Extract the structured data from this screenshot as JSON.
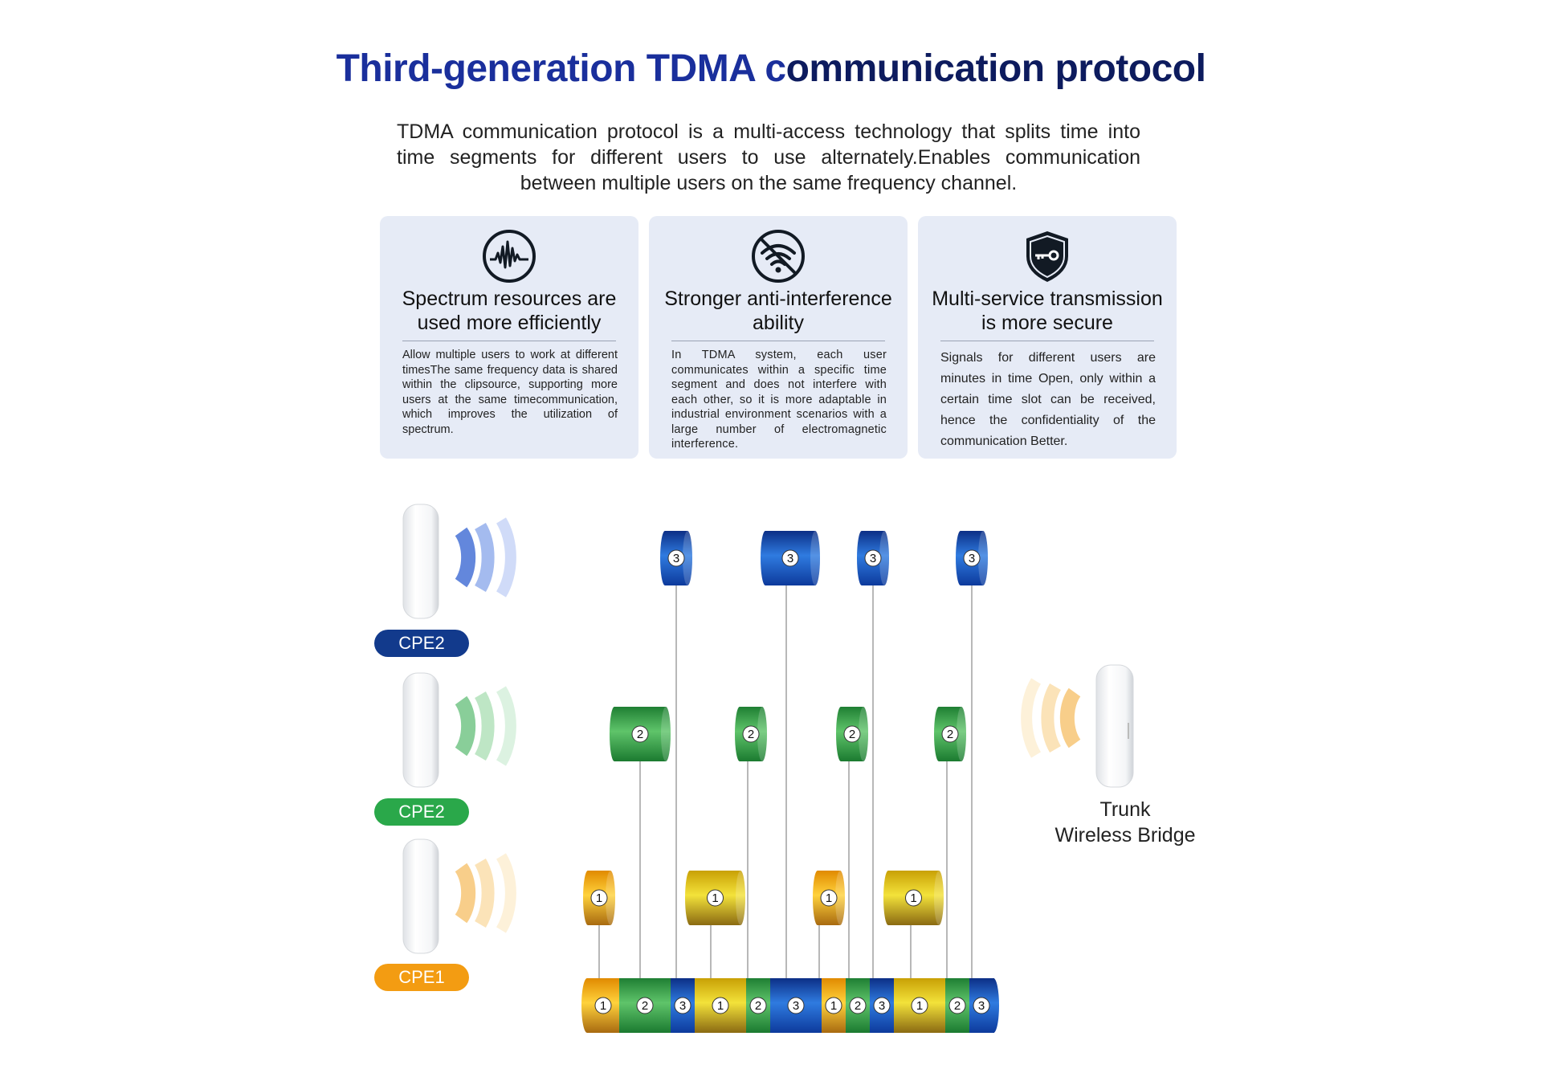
{
  "header": {
    "title_part1": "Third-generation TDMA c",
    "title_part2": "ommunication protocol",
    "intro": "TDMA communication protocol is a multi-access technology that splits time into time segments for different users to use alternately.Enables communication between multiple users on the same frequency channel."
  },
  "cards": [
    {
      "icon": "spectrum-wave-icon",
      "title": "Spectrum resources are used more efficiently",
      "body": "Allow multiple users to work at different timesThe same frequency data is shared within the clipsource, supporting more users at the same timecommunication, which improves the utilization of spectrum."
    },
    {
      "icon": "no-wifi-icon",
      "title": "Stronger anti-interference ability",
      "body": "In TDMA system, each user communicates within a specific time segment and does not interfere with each other, so it is more adaptable in industrial environment scenarios with a large number of electromagnetic interference."
    },
    {
      "icon": "shield-key-icon",
      "title": "Multi-service transmission is more secure",
      "body": "Signals for different users are minutes in time Open, only within a certain time slot can be received, hence the confidentiality of the communication Better."
    }
  ],
  "devices": [
    {
      "label": "CPE2",
      "color": "#123a8c",
      "slot": "3"
    },
    {
      "label": "CPE2",
      "color": "#2aa84a",
      "slot": "2"
    },
    {
      "label": "CPE1",
      "color": "#f39c12",
      "slot": "1"
    }
  ],
  "trunk": {
    "line1": "Trunk",
    "line2": "Wireless Bridge"
  },
  "colors": {
    "blue": "#1f56b8",
    "green": "#2f9a48",
    "yellow": "#e0b81e",
    "orange": "#f2a31a"
  },
  "slot_sequence": [
    "1",
    "2",
    "3",
    "1",
    "2",
    "3",
    "1",
    "2",
    "3",
    "1",
    "2",
    "3"
  ]
}
